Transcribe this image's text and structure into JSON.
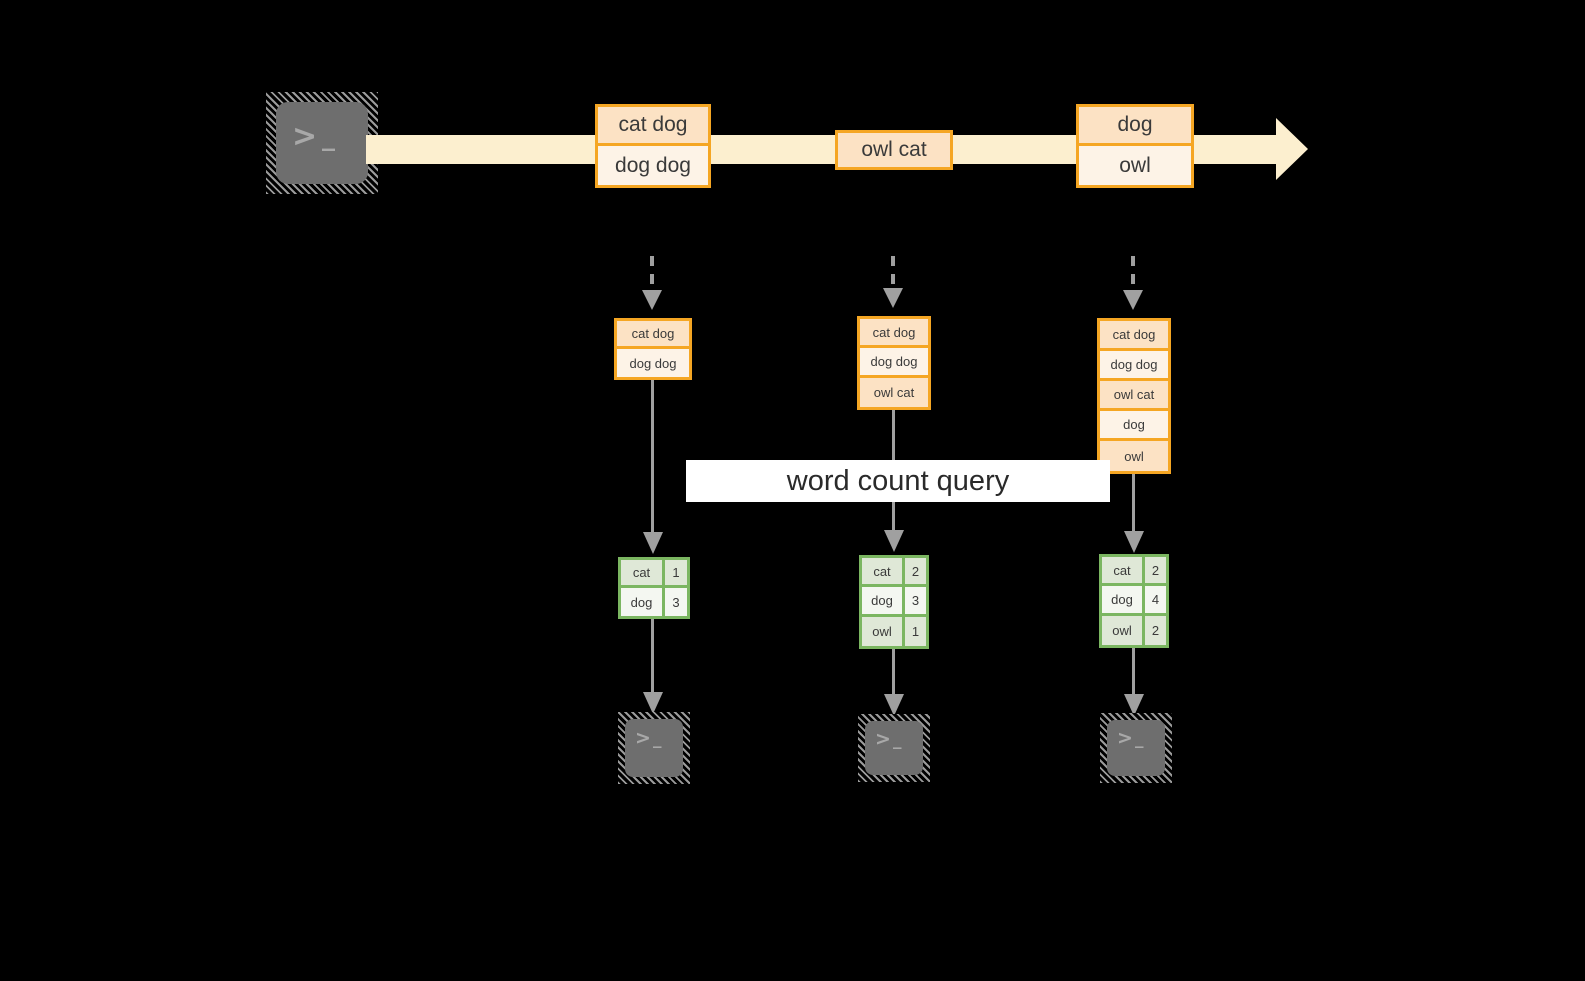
{
  "diagram": {
    "title_banner": {
      "label": "word count query"
    },
    "icons": {
      "stream_source": "terminal-icon",
      "consumer": "terminal-icon",
      "stream_arrow": "stream-timeline-arrow",
      "dashed_arrow": "dashed-down-arrow",
      "solid_arrow": "solid-down-arrow"
    },
    "colors": {
      "background": "#000000",
      "stream_band": "#fcefcf",
      "message_border": "#f5a623",
      "message_fill_dark": "#fce2c4",
      "message_fill_light": "#fdf3e7",
      "table_border": "#7bb661",
      "table_fill_dark": "#dfe8d7",
      "table_fill_light": "#f4f7f1",
      "arrow_gray": "#a0a0a0",
      "banner_bg": "#ffffff",
      "text": "#3a3a3a"
    },
    "stream_messages": [
      {
        "id": "m1",
        "rows": [
          "cat dog",
          "dog dog"
        ]
      },
      {
        "id": "m2",
        "rows": [
          "owl cat"
        ]
      },
      {
        "id": "m3",
        "rows": [
          "dog",
          "owl"
        ]
      }
    ],
    "stages": [
      {
        "id": "stage-1",
        "log_rows": [
          "cat dog",
          "dog dog"
        ],
        "result_rows": [
          {
            "word": "cat",
            "count": "1"
          },
          {
            "word": "dog",
            "count": "3"
          }
        ]
      },
      {
        "id": "stage-2",
        "log_rows": [
          "cat dog",
          "dog dog",
          "owl cat"
        ],
        "result_rows": [
          {
            "word": "cat",
            "count": "2"
          },
          {
            "word": "dog",
            "count": "3"
          },
          {
            "word": "owl",
            "count": "1"
          }
        ]
      },
      {
        "id": "stage-3",
        "log_rows": [
          "cat dog",
          "dog dog",
          "owl cat",
          "dog",
          "owl"
        ],
        "result_rows": [
          {
            "word": "cat",
            "count": "2"
          },
          {
            "word": "dog",
            "count": "4"
          },
          {
            "word": "owl",
            "count": "2"
          }
        ]
      }
    ],
    "terminal_glyph": {
      "chevron": ">",
      "cursor": "_"
    }
  }
}
